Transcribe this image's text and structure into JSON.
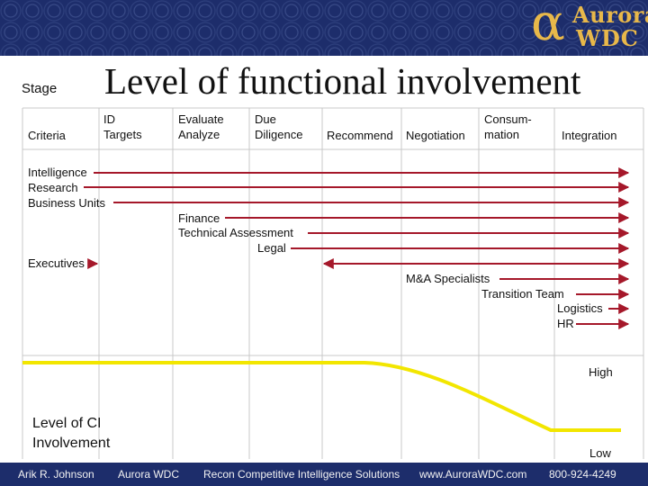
{
  "header": {
    "logo_word1": "Aurora",
    "logo_word2": "WDC",
    "logo_symbol": "α"
  },
  "title": "Level of functional involvement",
  "stage_label": "Stage",
  "criteria_label": "Criteria",
  "stages": [
    "ID\nTargets",
    "Evaluate\nAnalyze",
    "Due\nDiligence",
    "Recommend",
    "Negotiation",
    "Consum-\nmation",
    "Integration"
  ],
  "functions": [
    "Intelligence",
    "Research",
    "Business Units",
    "Finance",
    "Technical Assessment",
    "Legal",
    "Executives",
    "M&A Specialists",
    "Transition Team",
    "Logistics",
    "HR"
  ],
  "involvement": {
    "label_line1": "Level of CI",
    "label_line2": "Involvement",
    "high": "High",
    "low": "Low"
  },
  "footer": {
    "author": "Arik R. Johnson",
    "company": "Aurora WDC",
    "service": "Recon Competitive Intelligence Solutions",
    "website": "www.AuroraWDC.com",
    "phone": "800-924-4249"
  },
  "colors": {
    "banner": "#1d2d6b",
    "logo": "#e8b84a",
    "arrow": "#a5182a",
    "curve": "#f2e600",
    "grid": "#c9c9c9"
  }
}
